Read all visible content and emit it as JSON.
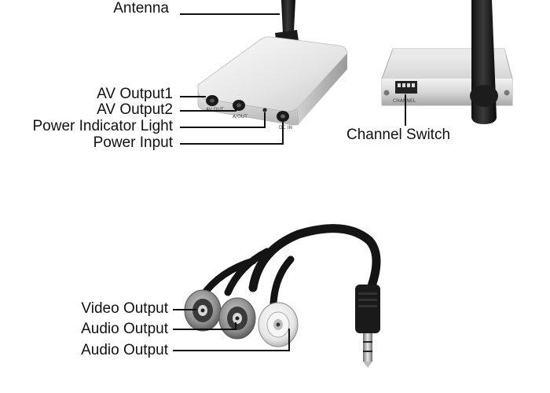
{
  "labels": {
    "antenna": "Antenna",
    "av_output1": "AV Output1",
    "av_output2": "AV Output2",
    "power_indicator": "Power Indicator Light",
    "power_input": "Power Input",
    "channel_switch": "Channel Switch",
    "video_output": "Video Output",
    "audio_output_1": "Audio Output",
    "audio_output_2": "Audio Output"
  },
  "device_markings": {
    "av_out_1": "AV OUT",
    "av_out_2": "A/OUT",
    "dc_in": "DC IN",
    "channel": "CHANNEL"
  }
}
